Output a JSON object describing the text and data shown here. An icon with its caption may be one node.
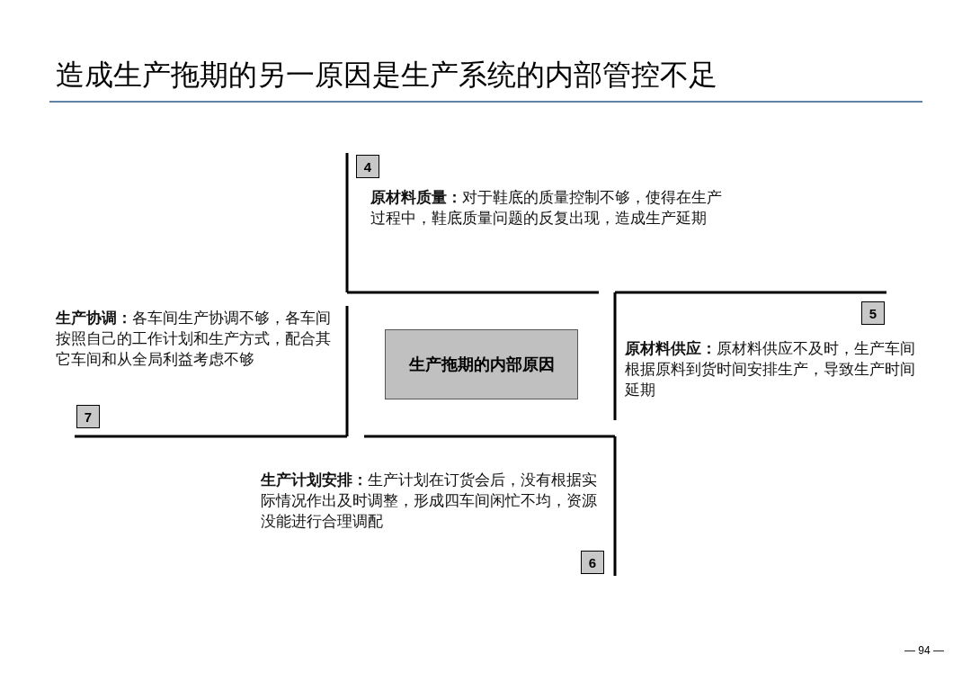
{
  "diagram": {
    "title": "造成生产拖期的另一原因是生产系统的内部管控不足",
    "nodes": [
      {
        "text": [
          "生产拖期的内部原因"
        ]
      },
      {
        "text": [
          "4"
        ],
        "beside": [
          "**原材料质量：**对于鞋底的质量控制不够，使得在生产过程中，鞋底质量问题的反复出现，造成生产延期"
        ]
      },
      {
        "text": [
          "7"
        ],
        "beside": [
          "**生产协调：**各车间生产协调不够，各车间按照自己的工作计划和生产方式，配合其它车间和从全局利益考虑不够"
        ]
      },
      {
        "text": [
          "5"
        ],
        "beside": [
          "**原材料供应：**原材料供应不及时，生产车间根据原料到货时间安排生产，导致生产时间延期"
        ]
      },
      {
        "text": [
          "6"
        ],
        "beside": [
          "**生产计划安排：**生产计划在订货会后，没有根据实际情况作出及时调整，形成四车间闲忙不均，资源没能进行合理调配"
        ]
      }
    ],
    "labels": [
      "— 94 —"
    ]
  }
}
